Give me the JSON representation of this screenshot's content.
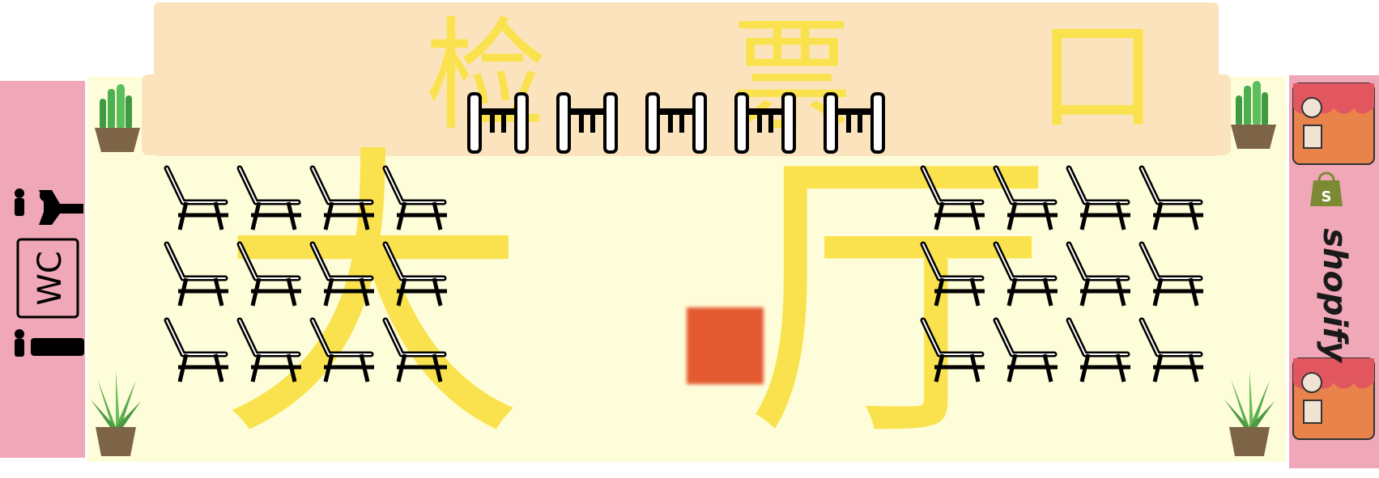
{
  "checkin": {
    "label": "检 票 口",
    "gate_count": 5
  },
  "hall": {
    "char_1": "大",
    "char_2": "厅"
  },
  "seating": {
    "left_rows": 3,
    "left_cols": 4,
    "right_rows": 3,
    "right_cols": 4
  },
  "restroom": {
    "label": "WC"
  },
  "shop": {
    "brand": "shopify"
  },
  "icons": {
    "chair": "chair-icon",
    "gate": "turnstile-gate-icon",
    "plant": "potted-plant-icon",
    "male": "male-restroom-icon",
    "female": "female-restroom-icon",
    "store": "storefront-icon",
    "bag": "shopping-bag-icon"
  },
  "colors": {
    "floor": "#fefdd9",
    "checkin_zone": "#fbe4bd",
    "side_panels": "#f0a8b8",
    "label_yellow": "#f9e24d",
    "center_marker": "#e45b32"
  }
}
